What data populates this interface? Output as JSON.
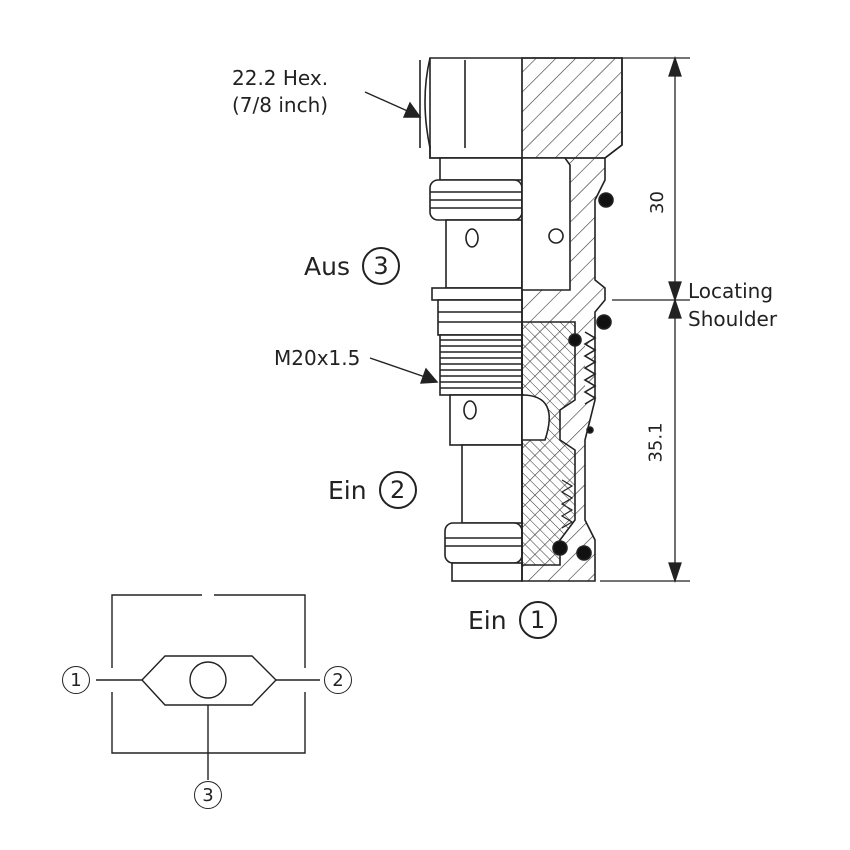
{
  "labels": {
    "hex_line1": "22.2 Hex.",
    "hex_line2": "(7/8 inch)",
    "thread": "M20x1.5",
    "locating_line1": "Locating",
    "locating_line2": "Shoulder"
  },
  "ports": {
    "aus": {
      "text": "Aus",
      "num": "3"
    },
    "ein_side": {
      "text": "Ein",
      "num": "2"
    },
    "ein_bottom": {
      "text": "Ein",
      "num": "1"
    }
  },
  "dimensions": {
    "upper": "30",
    "lower": "35.1"
  },
  "schematic": {
    "left": "1",
    "right": "2",
    "bottom": "3"
  }
}
